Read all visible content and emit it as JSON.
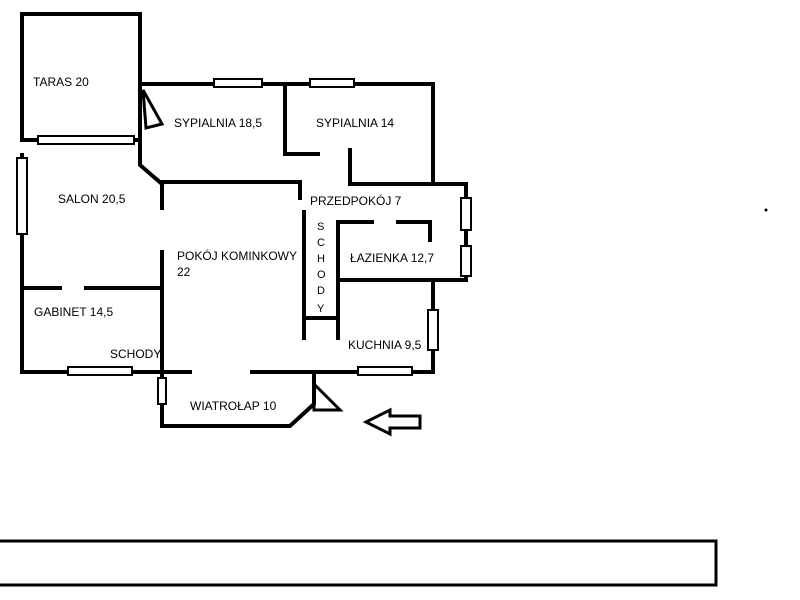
{
  "rooms": {
    "taras": "TARAS 20",
    "sypialnia_1": "SYPIALNIA 18,5",
    "sypialnia_2": "SYPIALNIA 14",
    "salon": "SALON 20,5",
    "przedpokoj": "PRZEDPOKÓJ 7",
    "pokoj_kominkowy_line1": "POKÓJ KOMINKOWY",
    "pokoj_kominkowy_line2": "22",
    "lazienka": "ŁAZIENKA 12,7",
    "gabinet": "GABINET 14,5",
    "schody_gabinet": "SCHODY",
    "kuchnia": "KUCHNIA 9,5",
    "wiatrolap": "WIATROŁAP 10"
  },
  "stairs_vertical": [
    "S",
    "C",
    "H",
    "O",
    "D",
    "Y"
  ],
  "icons": {
    "entrance_arrow": "left-arrow-icon"
  },
  "colors": {
    "ink": "#000000",
    "paper": "#ffffff"
  }
}
